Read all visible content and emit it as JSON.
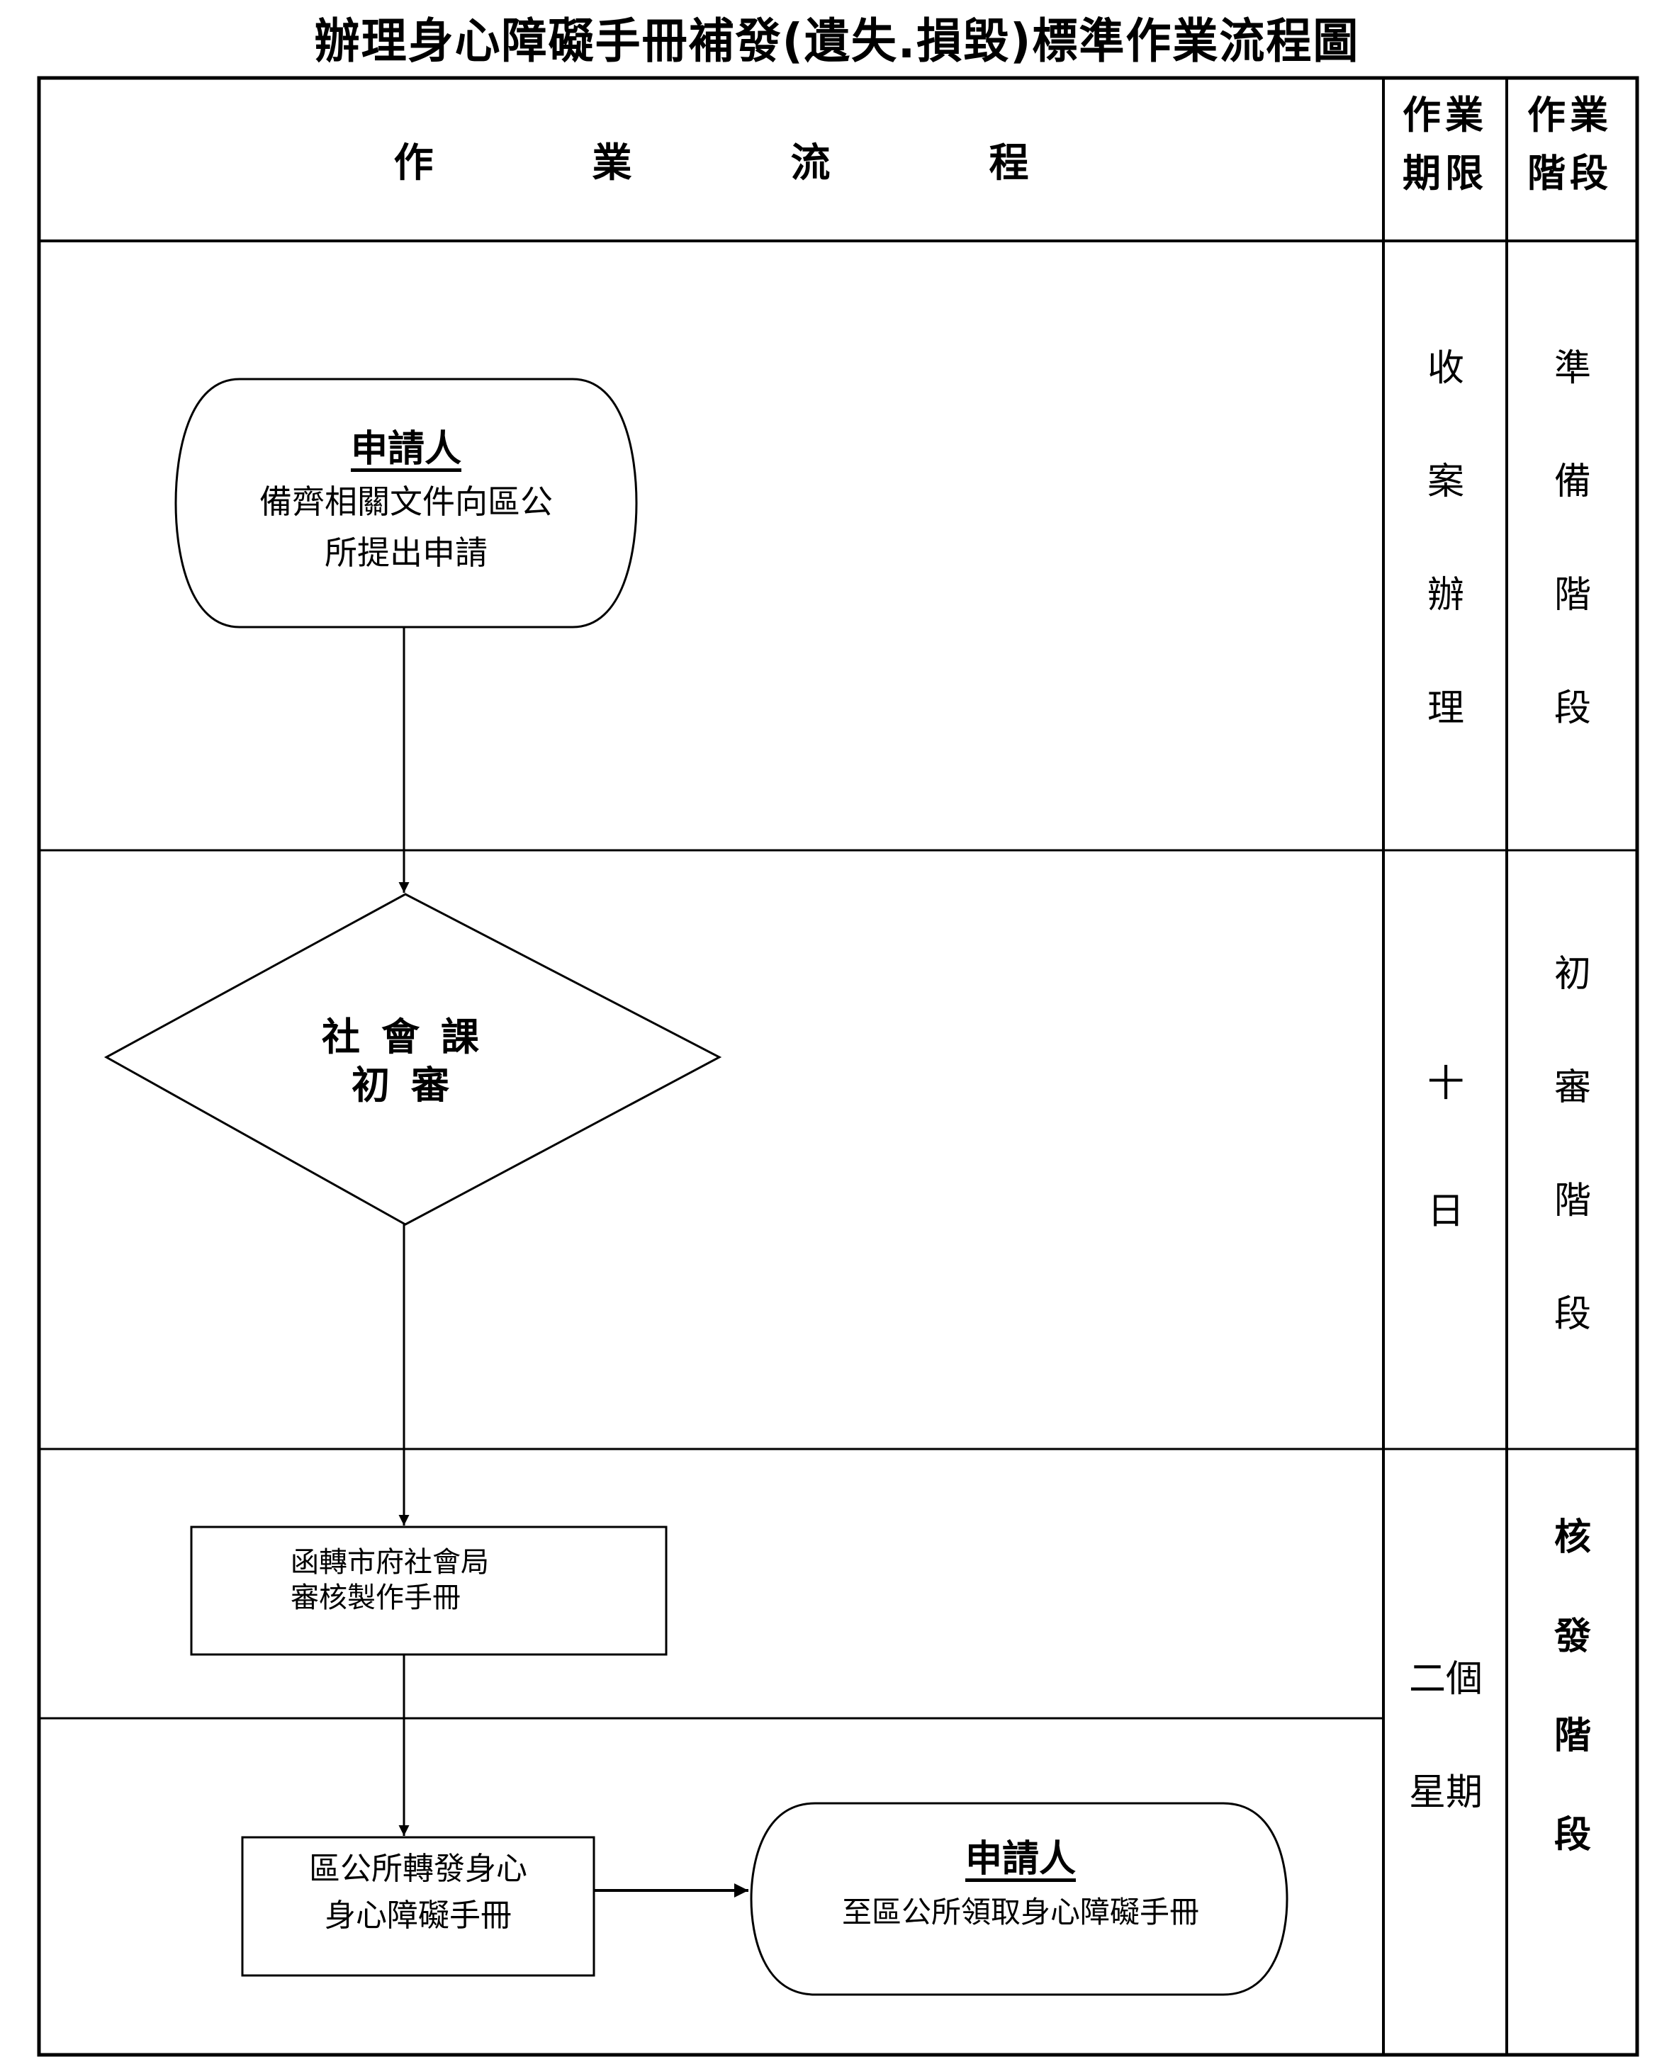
{
  "title": "辦理身心障礙手冊補發(遺失.損毀)標準作業流程圖",
  "header": {
    "flow_chars": [
      "作",
      "業",
      "流",
      "程"
    ],
    "deadline_label": [
      "作業",
      "期限"
    ],
    "stage_label": [
      "作業",
      "階段"
    ]
  },
  "rows": [
    {
      "deadline_chars": [
        "收",
        "案",
        "辦",
        "理"
      ],
      "stage_chars": [
        "準",
        "備",
        "階",
        "段"
      ]
    },
    {
      "deadline_chars": [
        "十",
        "日"
      ],
      "stage_chars": [
        "初",
        "審",
        "階",
        "段"
      ]
    },
    {
      "deadline_chars": [
        "二個",
        "星期"
      ],
      "stage_chars": [
        "核",
        "發",
        "階",
        "段"
      ]
    }
  ],
  "nodes": {
    "start": {
      "type": "terminator",
      "heading": "申請人",
      "lines": [
        "備齊相關文件向區公",
        "所提出申請"
      ]
    },
    "review": {
      "type": "decision",
      "lines": [
        "社會課",
        "初審"
      ]
    },
    "forward": {
      "type": "process",
      "lines": [
        "函轉市府社會局",
        "審核製作手冊"
      ]
    },
    "issue": {
      "type": "process",
      "lines": [
        "區公所轉發身心",
        "身心障礙手冊"
      ]
    },
    "end": {
      "type": "terminator",
      "heading": "申請人",
      "lines": [
        "至區公所領取身心障礙手冊"
      ]
    }
  },
  "edges": [
    {
      "from": "start",
      "to": "review"
    },
    {
      "from": "review",
      "to": "forward"
    },
    {
      "from": "forward",
      "to": "issue"
    },
    {
      "from": "issue",
      "to": "end"
    }
  ]
}
